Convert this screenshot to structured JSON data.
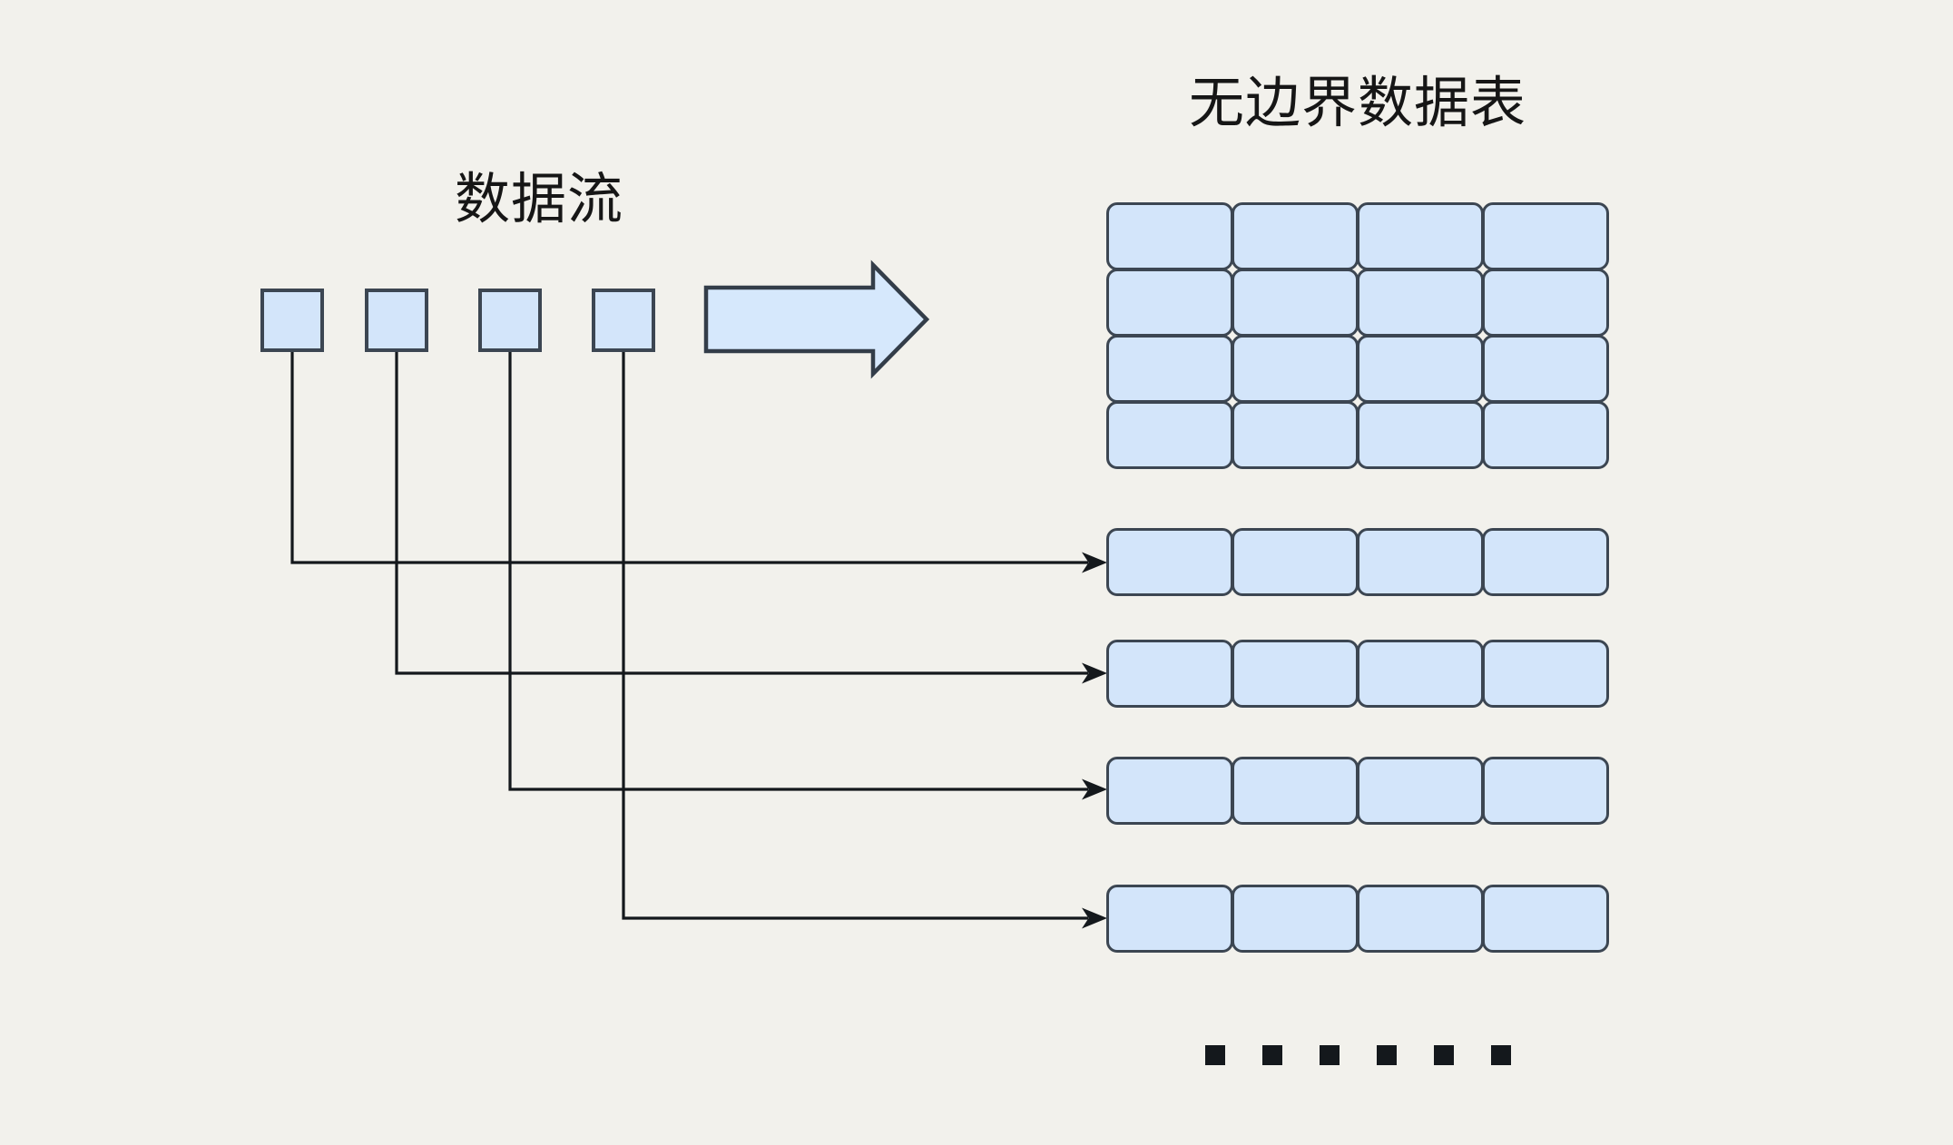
{
  "diagram": {
    "background": "#f2f1ec",
    "colors": {
      "shape_fill": "#d3e5fa",
      "shape_border": "#3c4652",
      "connector": "#14181c",
      "text": "#161616"
    },
    "stream": {
      "label": "数据流",
      "square_count": 4
    },
    "flow_arrow": {
      "icon": "big-right-arrow"
    },
    "table": {
      "label": "无边界数据表",
      "grid_rows": 4,
      "grid_cols": 4,
      "detached_row_count": 4,
      "detached_row_cols": 4,
      "connector_count": 4,
      "ellipsis_dot_count": 6
    }
  }
}
